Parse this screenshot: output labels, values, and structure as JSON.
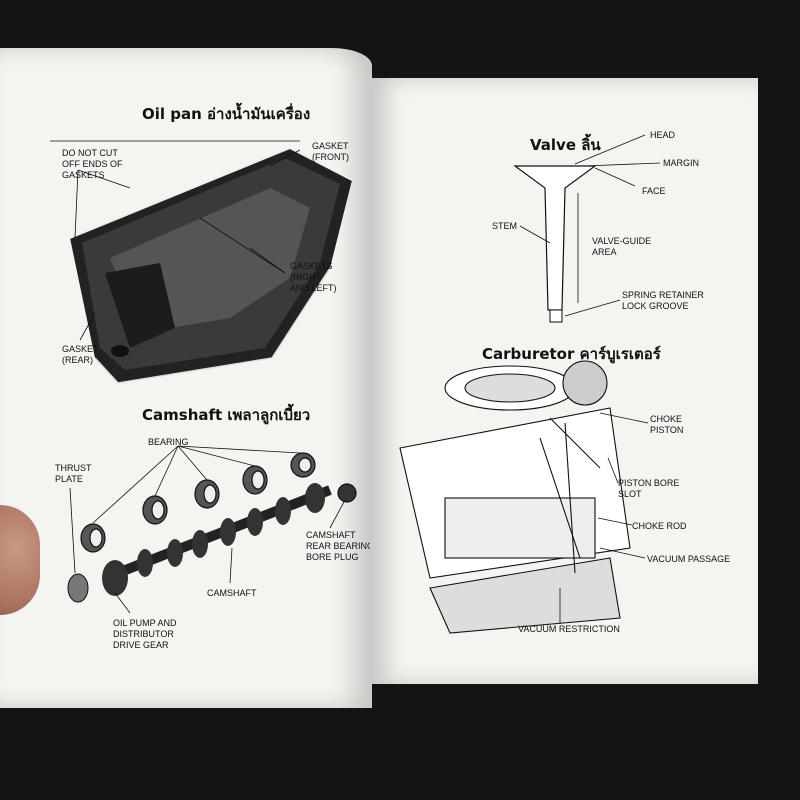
{
  "left_page": {
    "oil_pan": {
      "title": "Oil pan อ่างน้ำมันเครื่อง",
      "labels": {
        "do_not_cut": "DO NOT CUT\nOFF ENDS OF\nGASKETS",
        "gasket_front": "GASKET\n(FRONT)",
        "gaskets_right_left": "GASKETS\n(RIGHT\nAND LEFT)",
        "gasket_rear": "GASKET\n(REAR)"
      }
    },
    "camshaft": {
      "title": "Camshaft เพลาลูกเบี้ยว",
      "labels": {
        "bearing": "BEARING",
        "thrust_plate": "THRUST\nPLATE",
        "rear_bearing_plug": "CAMSHAFT\nREAR BEARING\nBORE PLUG",
        "camshaft": "CAMSHAFT",
        "oil_pump_gear": "OIL PUMP AND\nDISTRIBUTOR\nDRIVE GEAR"
      }
    }
  },
  "right_page": {
    "valve": {
      "title": "Valve ลิ้น",
      "labels": {
        "head": "HEAD",
        "margin": "MARGIN",
        "face": "FACE",
        "stem": "STEM",
        "guide_area": "VALVE-GUIDE\nAREA",
        "lock_groove": "SPRING RETAINER\nLOCK GROOVE"
      }
    },
    "carburetor": {
      "title": "Carburetor คาร์บูเรเตอร์",
      "labels": {
        "choke_piston": "CHOKE\nPISTON",
        "piston_bore_slot": "PISTON BORE\nSLOT",
        "choke_rod": "CHOKE ROD",
        "vacuum_passage": "VACUUM PASSAGE",
        "vacuum_restriction": "VACUUM RESTRICTION"
      }
    }
  }
}
